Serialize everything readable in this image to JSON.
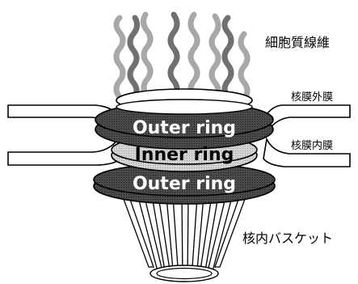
{
  "diagram": {
    "labels": {
      "cytoplasmic_filaments": "細胞質線維",
      "outer_ring_top": "Outer ring",
      "inner_ring": "Inner ring",
      "outer_ring_bottom": "Outer ring",
      "outer_nuclear_membrane": "核膜外膜",
      "inner_nuclear_membrane": "核膜内膜",
      "nuclear_basket": "核内バスケット"
    },
    "colors": {
      "outer_ring_fill": "#3a3a3a",
      "inner_ring_fill": "#c8c8c8",
      "filament_dark": "#707070",
      "filament_light": "#a8a8a8",
      "membrane_fill": "#ffffff",
      "outline": "#000000"
    }
  }
}
